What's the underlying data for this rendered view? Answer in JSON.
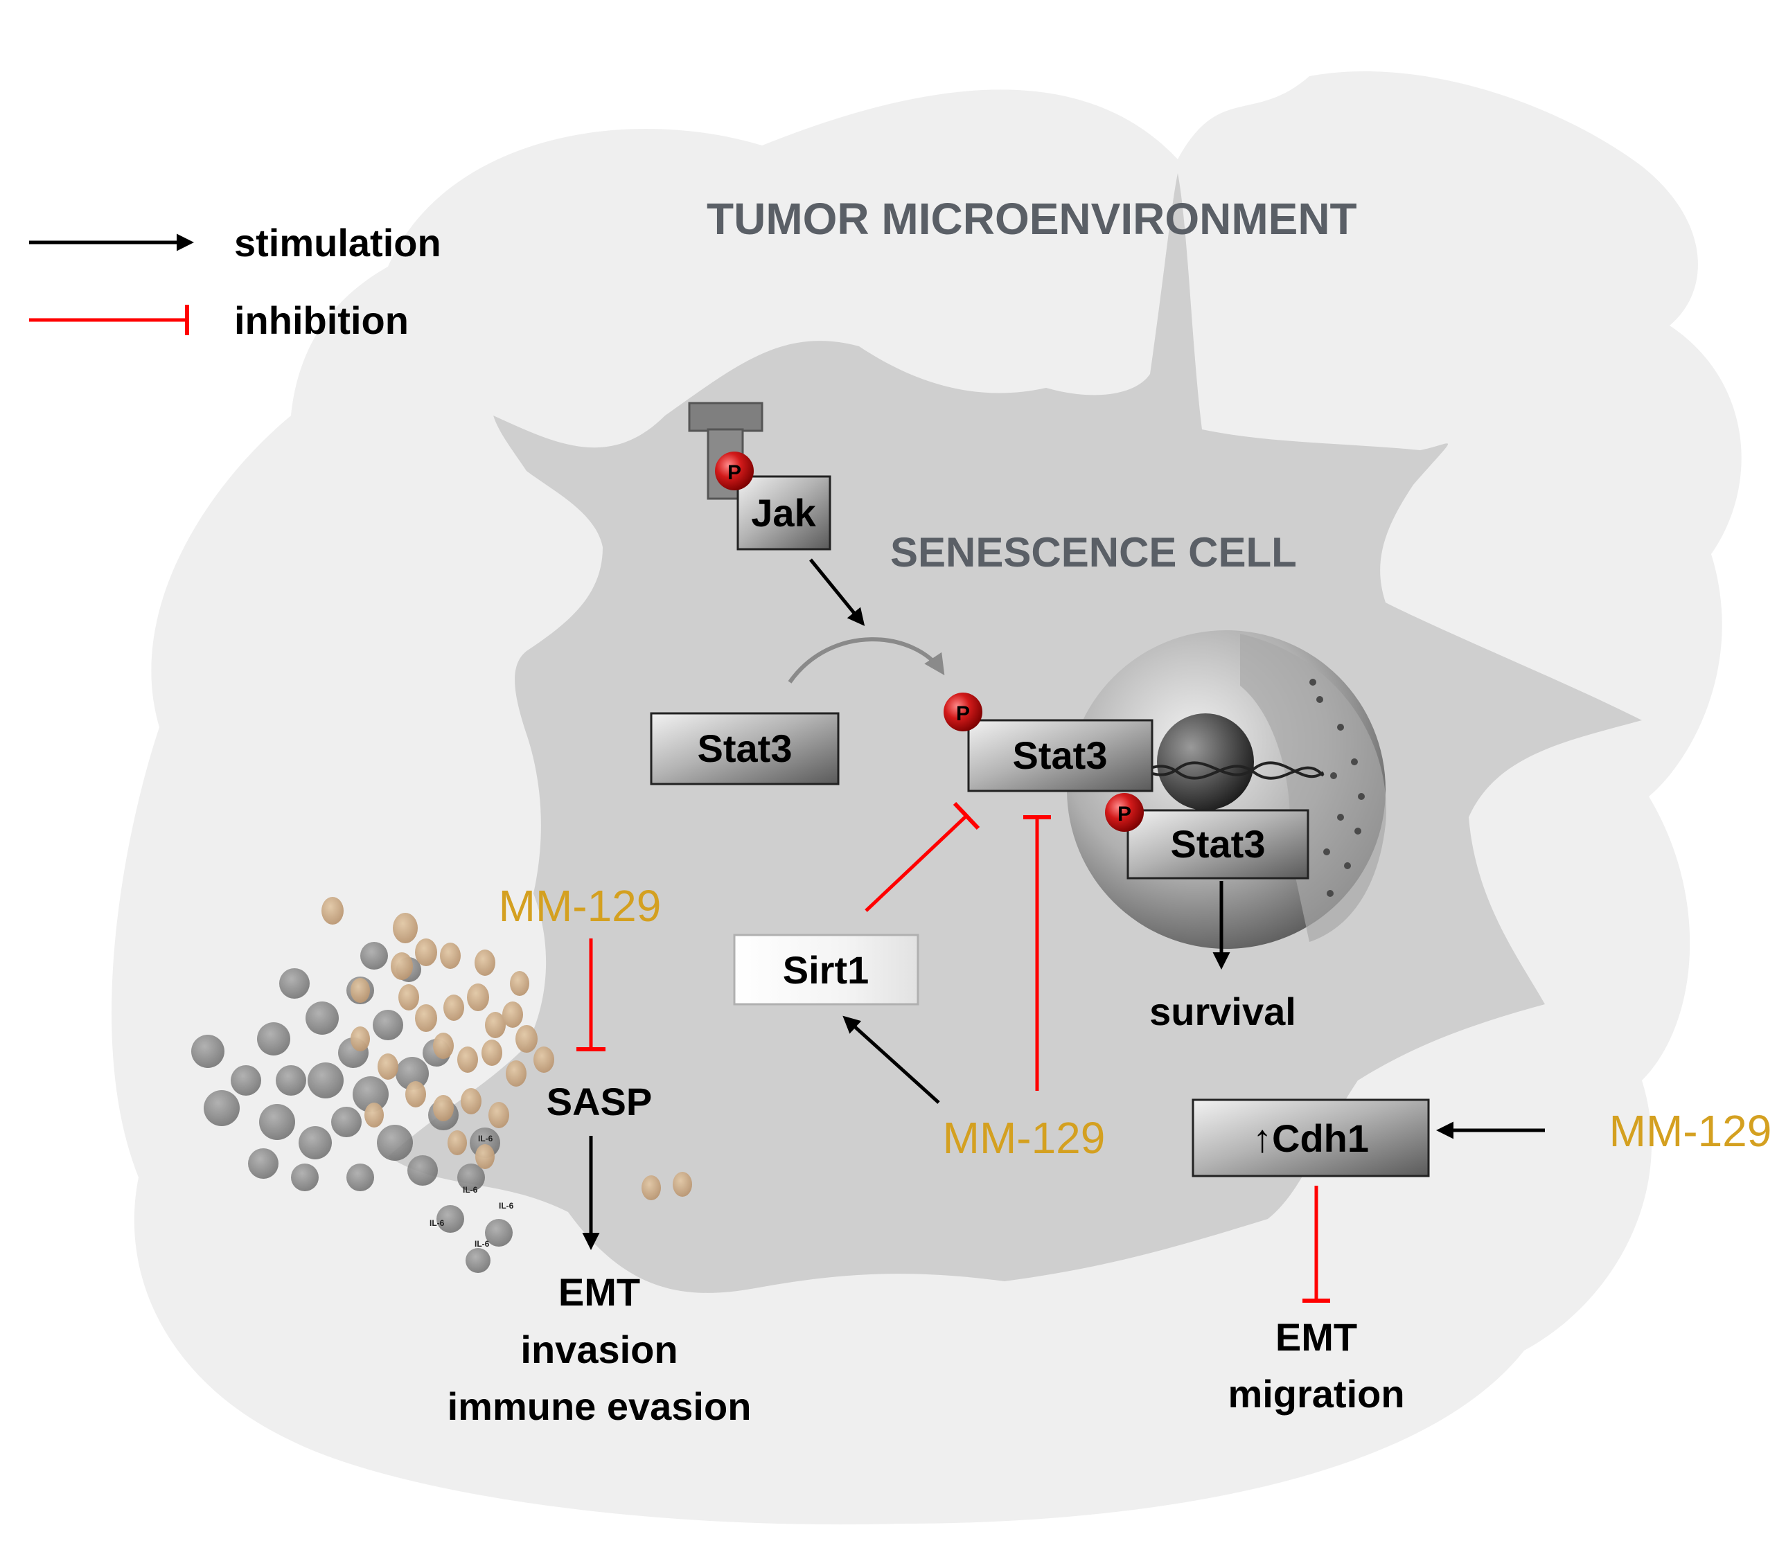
{
  "legend": {
    "stimulation": "stimulation",
    "inhibition": "inhibition"
  },
  "titles": {
    "tumor_microenvironment": "TUMOR MICROENVIRONMENT",
    "senescence_cell": "SENESCENCE CELL"
  },
  "phospho_label": "P",
  "proteins": {
    "jak": "Jak",
    "stat3_cytoplasm": "Stat3",
    "stat3_phospho": "Stat3",
    "stat3_nuclear": "Stat3",
    "sirt1": "Sirt1",
    "cdh1": "↑Cdh1",
    "sasp": "SASP"
  },
  "drugs": {
    "mm129_sasp": "MM-129",
    "mm129_center": "MM-129",
    "mm129_right": "MM-129"
  },
  "outcomes": {
    "survival": "survival",
    "sasp_emt": "EMT",
    "sasp_invasion": "invasion",
    "sasp_immune_evasion": "immune evasion",
    "cdh1_emt": "EMT",
    "cdh1_migration": "migration"
  },
  "cytokine_label": "IL-6",
  "colors": {
    "stimulation_arrow": "#000000",
    "inhibition_arrow": "#ff0000",
    "drug_text": "#d4a020",
    "title_text": "#5a5f66",
    "phospho_ball": "#cc1a1a",
    "tan_vesicle": "#c9a882",
    "gray_vesicle": "#7a7a7a",
    "outer_cell": "#efefef",
    "inner_cell": "#cfcfcf"
  }
}
